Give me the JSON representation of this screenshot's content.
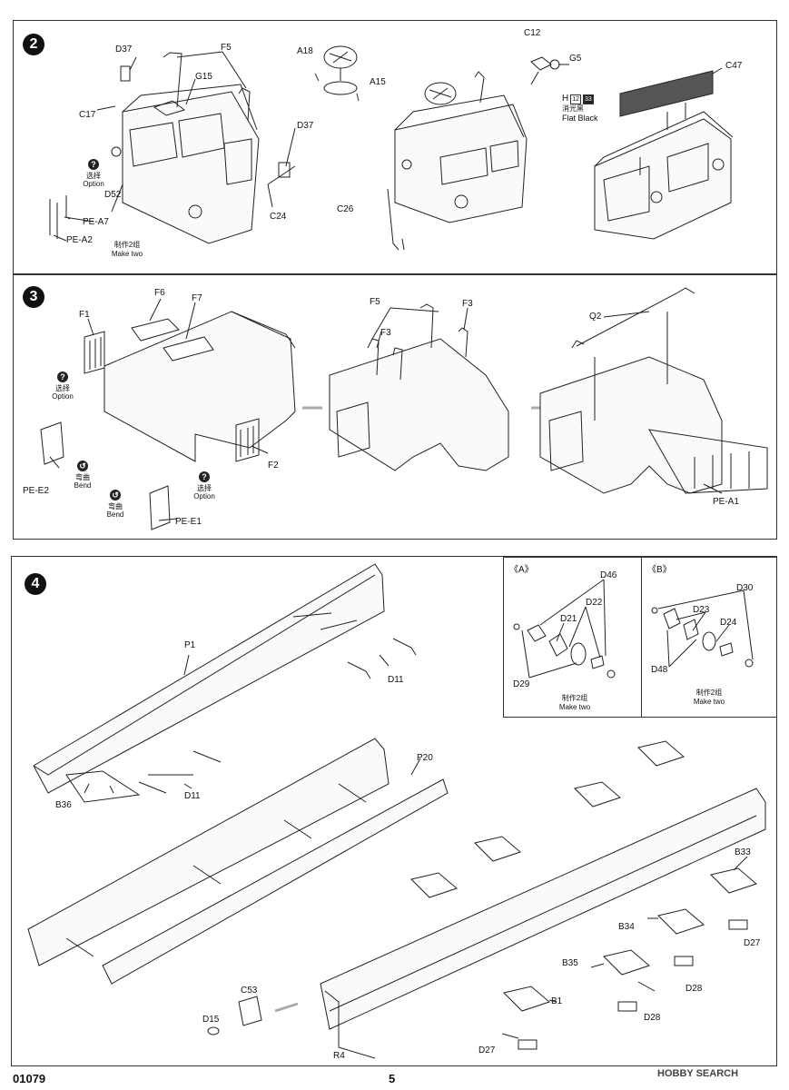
{
  "steps": [
    {
      "number": "2"
    },
    {
      "number": "3"
    },
    {
      "number": "4"
    }
  ],
  "step2": {
    "labels": {
      "d37a": "D37",
      "f5": "F5",
      "g15": "G15",
      "c17": "C17",
      "d37b": "D37",
      "c24": "C24",
      "d52": "D52",
      "pea7": "PE-A7",
      "pea2": "PE-A2",
      "a18": "A18",
      "a15": "A15",
      "c26": "C26",
      "c12": "C12",
      "g5": "G5",
      "c47": "C47"
    },
    "option_cn": "选择",
    "option_en": "Option",
    "make_two_cn": "制作2组",
    "make_two_en": "Make two",
    "paint": {
      "code": "H",
      "n1": "12",
      "n2": "33",
      "cn": "消光黑",
      "en": "Flat Black"
    }
  },
  "step3": {
    "labels": {
      "f1": "F1",
      "f6": "F6",
      "f7": "F7",
      "f2": "F2",
      "pee2": "PE-E2",
      "pee1": "PE-E1",
      "f5": "F5",
      "f3a": "F3",
      "f3b": "F3",
      "q2": "Q2",
      "pea1": "PE-A1"
    },
    "option1_cn": "选择",
    "option1_en": "Option",
    "option2_cn": "选择",
    "option2_en": "Option",
    "bend1_cn": "弯曲",
    "bend1_en": "Bend",
    "bend2_cn": "弯曲",
    "bend2_en": "Bend"
  },
  "step4": {
    "labels": {
      "p1": "P1",
      "d11a": "D11",
      "d11b": "D11",
      "b36": "B36",
      "p20": "P20",
      "c53": "C53",
      "d15": "D15",
      "r4": "R4",
      "b33": "B33",
      "b34": "B34",
      "d27a": "D27",
      "b35": "B35",
      "d28a": "D28",
      "b1": "B1",
      "d28b": "D28",
      "d27b": "D27"
    },
    "insetA": {
      "title": "《A》",
      "d46": "D46",
      "d22": "D22",
      "d21": "D21",
      "d29": "D29",
      "make_cn": "制作2组",
      "make_en": "Make two"
    },
    "insetB": {
      "title": "《B》",
      "d30": "D30",
      "d23": "D23",
      "d24": "D24",
      "d48": "D48",
      "make_cn": "制作2组",
      "make_en": "Make two"
    }
  },
  "footer": {
    "code": "01079",
    "page": "5",
    "brand": "HOBBY SEARCH"
  }
}
